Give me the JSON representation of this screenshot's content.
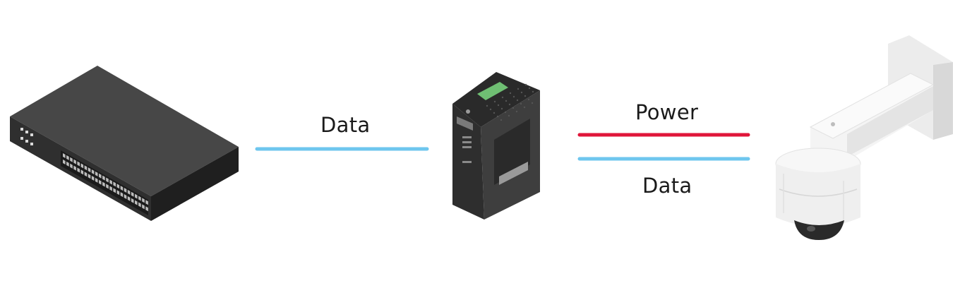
{
  "connections": {
    "switch_to_midspan": {
      "label": "Data"
    },
    "midspan_to_camera": [
      {
        "label": "Power"
      },
      {
        "label": "Data"
      }
    ]
  },
  "devices": {
    "switch": {
      "icon": "network-switch-icon"
    },
    "midspan": {
      "icon": "poe-midspan-icon"
    },
    "camera": {
      "icon": "ptz-dome-camera-icon"
    }
  },
  "colors": {
    "data_line": "#6ec6ee",
    "power_line": "#e0163a",
    "device_dark": "#3a3a3a",
    "camera_light": "#f2f2f2",
    "label_text": "#1a1a1a"
  }
}
